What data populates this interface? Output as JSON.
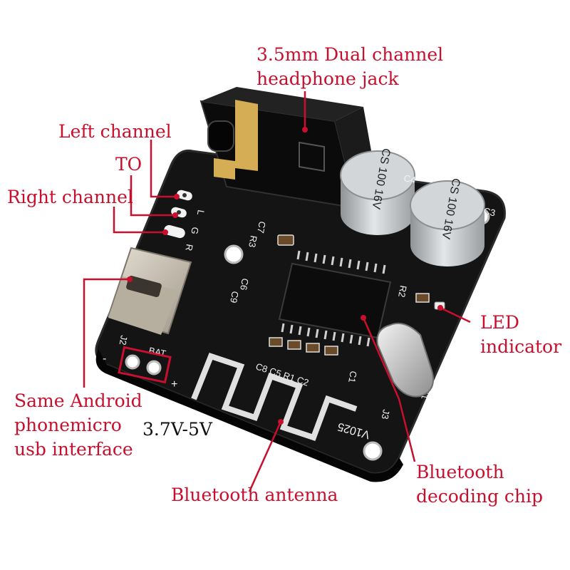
{
  "colors": {
    "annotation": "#c8102e",
    "board": "#141414",
    "silkscreen": "#f2f2f2",
    "capacitor": "#bfc3c6",
    "usb_metal": "#c9c1b4",
    "jack_gold": "#d4ad55"
  },
  "board_marks": {
    "cap_text_1": "CS 100 16V",
    "cap_text_2": "CS 100 16V",
    "c4": "C4",
    "c3": "C3",
    "c7": "C7",
    "r3": "R3",
    "c6": "C6",
    "c9": "C9",
    "r2": "R2",
    "pin_l": "L",
    "pin_g": "G",
    "pin_r": "R",
    "j2": "J2",
    "bat": "BAT",
    "minus": "-",
    "plus": "+",
    "bottom_row": "C8 C5 R1 C2",
    "c1": "C1",
    "y1": "Y1",
    "version": "V1025",
    "jx": "J3"
  },
  "callouts": {
    "jack_line1": "3.5mm Dual channel",
    "jack_line2": "headphone jack",
    "left_channel": "Left channel",
    "to": "TO",
    "right_channel": "Right channel",
    "led_line1": "LED",
    "led_line2": "indicator",
    "usb_line1": "Same Android",
    "usb_line2": "phonemicro",
    "usb_line3": "usb interface",
    "voltage": "3.7V-5V",
    "antenna": "Bluetooth antenna",
    "chip_line1": "Bluetooth",
    "chip_line2": "decoding chip"
  }
}
